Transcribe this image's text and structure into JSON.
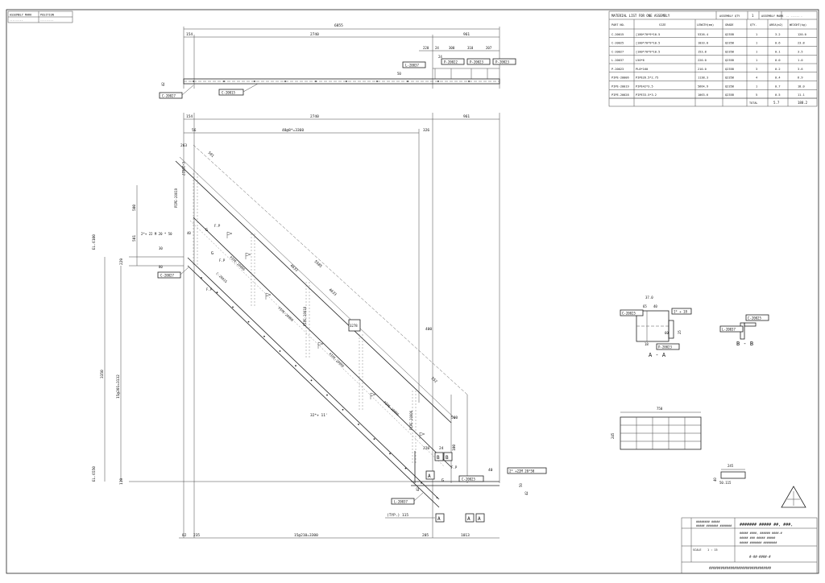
{
  "sheet": {
    "header_cells": [
      "ASSEMBLY MARK",
      "POSITION",
      "---------",
      "---------"
    ],
    "bom": {
      "title": "MATERIAL LIST FOR ONE ASSEMBLY",
      "assembly_qty_label": "ASSEMBLY QTY",
      "assembly_qty": "1",
      "assembly_mark_label": "ASSEMBLY MARK",
      "assembly_mark": "-- ------ -",
      "columns": [
        "PART NO.",
        "SIZE",
        "LENGTH(mm)",
        "GRADE",
        "QTY.",
        "AREA(m2)",
        "WEIGHT(kg)"
      ],
      "rows": [
        [
          "C-20015",
          "[180*70*9*10.5",
          "5326.4",
          "Q235B",
          "1",
          "3.2",
          "120.0"
        ],
        [
          "C-20025",
          "[180*70*9*10.5",
          "1033.0",
          "Q235B",
          "1",
          "0.6",
          "23.8"
        ],
        [
          "C-20027",
          "[180*70*9*10.5",
          "153.8",
          "Q235B",
          "1",
          "0.1",
          "3.5"
        ],
        [
          "L-20037",
          "L50*6",
          "220.0",
          "Q235B",
          "1",
          "0.0",
          "1.0"
        ],
        [
          "P-20023",
          "PL8*160",
          "210.0",
          "Q235B",
          "3",
          "0.2",
          "3.6"
        ],
        [
          "PIPE-20006",
          "PIPE26.5*2.75",
          "1138.3",
          "Q235B",
          "4",
          "0.4",
          "6.9"
        ],
        [
          "PIPE-20019",
          "PIPE42*3.5",
          "5664.9",
          "Q235B",
          "1",
          "0.7",
          "18.0"
        ],
        [
          "PIPE-20028",
          "PIPE33.5*3.2",
          "1063.6",
          "Q235B",
          "5",
          "0.5",
          "11.1"
        ]
      ],
      "total_label": "TOTAL",
      "total_area": "5.7",
      "total_weight": "188.2"
    },
    "top_view": {
      "overall": "6855",
      "dims": [
        "154",
        "2740",
        "961"
      ],
      "small_dims": [
        "220",
        "24",
        "300",
        "310",
        "207"
      ],
      "dim_50": "50",
      "dim_42": "42",
      "dim_24": "24",
      "tags": [
        "C-20027",
        "C-20015",
        "L-20037",
        "P-20022",
        "P-20023",
        "P-20023"
      ]
    },
    "elevation": {
      "top_dims": [
        "154",
        "2740",
        "961"
      ],
      "dim_56": "56",
      "dim_326": "326",
      "tread_spacing": "48@8*=3360",
      "dim_263": "263",
      "dim_501": "501",
      "dim_500": "500",
      "dim_501b": "501",
      "holes": "2*+ 22 M 20 * 50",
      "dim_40": "40",
      "dim_30": "30",
      "dim_229": "229",
      "dim_80": "80",
      "level_top": "EL.6100",
      "level_bottom": "EL.6550",
      "dim_3350": "3350",
      "riser_spacing": "15@201=3132",
      "dim_119": "119",
      "diag1": "5585",
      "diag2": "4633",
      "diag3": "4633",
      "dim_552": "552",
      "dim_400": "400",
      "dim_327": "3278",
      "angle": "32*+ 11'",
      "dim_500b": "500",
      "dim_220": "220",
      "dim_24": "24",
      "dim_100": "100",
      "dim_40b": "40",
      "holes2": "2* +22M 20*50",
      "dim_50": "50",
      "dim_42": "42",
      "dim_42b": "42",
      "typ": "(TYP.) 115",
      "bottom_dims": [
        "82",
        "235",
        "15@210=3300",
        "205",
        "1013"
      ],
      "tags": [
        "C-20027",
        "PIPE-20019",
        "PIPE-20006",
        "PIPE-20006",
        "PIPE-20006",
        "PIPE-20006",
        "PIPE-20006",
        "PIPE-20018",
        "C-20015",
        "C-20025",
        "L-20037"
      ],
      "labels": [
        "G",
        "F.P",
        "G",
        "F.P",
        "F.P",
        "G",
        "F.P",
        "B",
        "B",
        "A",
        "A",
        "A",
        "A"
      ]
    },
    "section_aa": {
      "title": "A - A",
      "dims": [
        "37.0",
        "65",
        "40",
        "1* + 18",
        "60",
        "25",
        "18"
      ],
      "tags": [
        "C-20025",
        "P-20023"
      ]
    },
    "section_bb": {
      "title": "B - B",
      "tags": [
        "C-20025",
        "L-20037"
      ]
    },
    "grating": {
      "dim_w": "750",
      "dim_h": "245",
      "dim_w2": "245",
      "dim_note": "50.115",
      "dim_40": "40"
    },
    "title_block": {
      "title": "####### ##### ##, ###,",
      "lines": [
        "######## #####",
        "##### ####### #######",
        "##### ####, ###### ####-#",
        "##### ### ##### #####",
        "##### ####### ########"
      ],
      "scale_label": "SCALE",
      "scale": "1 : 15",
      "drawing_no": "#-##-####-#",
      "footer": "################################"
    }
  }
}
